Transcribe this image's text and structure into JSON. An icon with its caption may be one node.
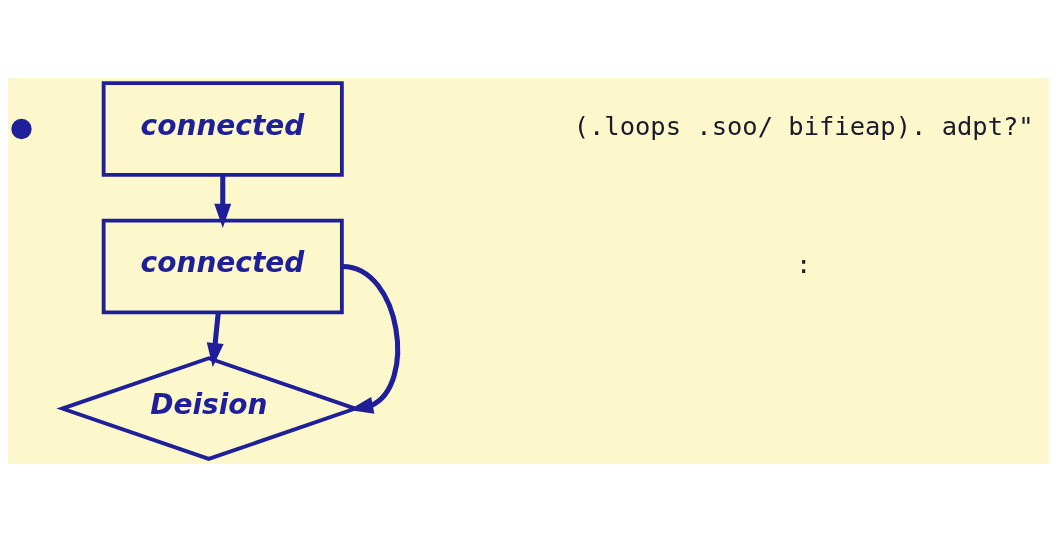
{
  "diagram": {
    "nodes": [
      {
        "text": [],
        "shape": "circle"
      },
      {
        "text": [
          "connected"
        ]
      },
      {
        "text": [
          "connected"
        ]
      },
      {
        "text": [
          "Deision"
        ]
      }
    ],
    "edges": [
      {
        "from": 1,
        "to": 2,
        "arrow": "to"
      },
      {
        "from": 2,
        "to": 3,
        "arrow": "to"
      },
      {
        "from": 2,
        "to": 3,
        "arrow": "to"
      }
    ],
    "labels": [
      "(.loops .soo/ bifieap). adpt?\"",
      ":"
    ]
  }
}
